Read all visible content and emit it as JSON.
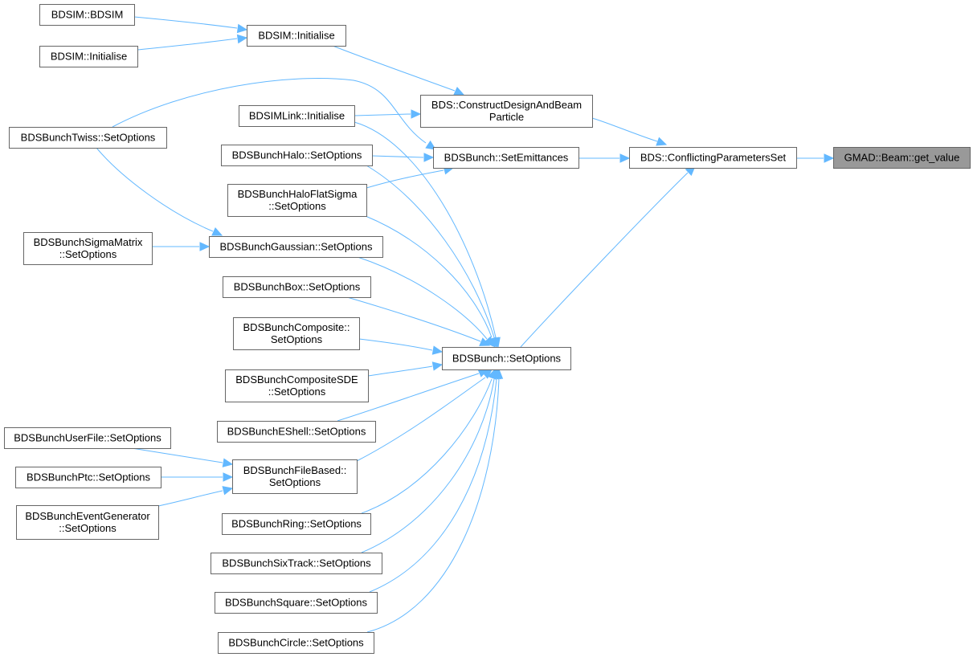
{
  "graph": {
    "edge_color": "#63b8ff",
    "node_border": "#666666",
    "highlight_fill": "#999999",
    "nodes": [
      {
        "id": "get_value",
        "lines": [
          "GMAD::Beam::get_value"
        ],
        "highlight": true
      },
      {
        "id": "conflicting",
        "lines": [
          "BDS::ConflictingParametersSet"
        ]
      },
      {
        "id": "construct",
        "lines": [
          "BDS::ConstructDesignAndBeam",
          "Particle"
        ]
      },
      {
        "id": "setemit",
        "lines": [
          "BDSBunch::SetEmittances"
        ]
      },
      {
        "id": "setopts",
        "lines": [
          "BDSBunch::SetOptions"
        ]
      },
      {
        "id": "bdsiminit",
        "lines": [
          "BDSIM::Initialise"
        ]
      },
      {
        "id": "bdsim_bdsim",
        "lines": [
          "BDSIM::BDSIM"
        ]
      },
      {
        "id": "bdsim_init2",
        "lines": [
          "BDSIM::Initialise"
        ]
      },
      {
        "id": "link_init",
        "lines": [
          "BDSIMLink::Initialise"
        ]
      },
      {
        "id": "twiss",
        "lines": [
          "BDSBunchTwiss::SetOptions"
        ]
      },
      {
        "id": "halo",
        "lines": [
          "BDSBunchHalo::SetOptions"
        ]
      },
      {
        "id": "haloflat",
        "lines": [
          "BDSBunchHaloFlatSigma",
          "::SetOptions"
        ]
      },
      {
        "id": "gaussian",
        "lines": [
          "BDSBunchGaussian::SetOptions"
        ]
      },
      {
        "id": "sigmamatrix",
        "lines": [
          "BDSBunchSigmaMatrix",
          "::SetOptions"
        ]
      },
      {
        "id": "box",
        "lines": [
          "BDSBunchBox::SetOptions"
        ]
      },
      {
        "id": "composite",
        "lines": [
          "BDSBunchComposite::",
          "SetOptions"
        ]
      },
      {
        "id": "compositesde",
        "lines": [
          "BDSBunchCompositeSDE",
          "::SetOptions"
        ]
      },
      {
        "id": "eshell",
        "lines": [
          "BDSBunchEShell::SetOptions"
        ]
      },
      {
        "id": "filebased",
        "lines": [
          "BDSBunchFileBased::",
          "SetOptions"
        ]
      },
      {
        "id": "userfile",
        "lines": [
          "BDSBunchUserFile::SetOptions"
        ]
      },
      {
        "id": "ptc",
        "lines": [
          "BDSBunchPtc::SetOptions"
        ]
      },
      {
        "id": "eventgen",
        "lines": [
          "BDSBunchEventGenerator",
          "::SetOptions"
        ]
      },
      {
        "id": "ring",
        "lines": [
          "BDSBunchRing::SetOptions"
        ]
      },
      {
        "id": "sixtrack",
        "lines": [
          "BDSBunchSixTrack::SetOptions"
        ]
      },
      {
        "id": "square",
        "lines": [
          "BDSBunchSquare::SetOptions"
        ]
      },
      {
        "id": "circle",
        "lines": [
          "BDSBunchCircle::SetOptions"
        ]
      }
    ]
  }
}
